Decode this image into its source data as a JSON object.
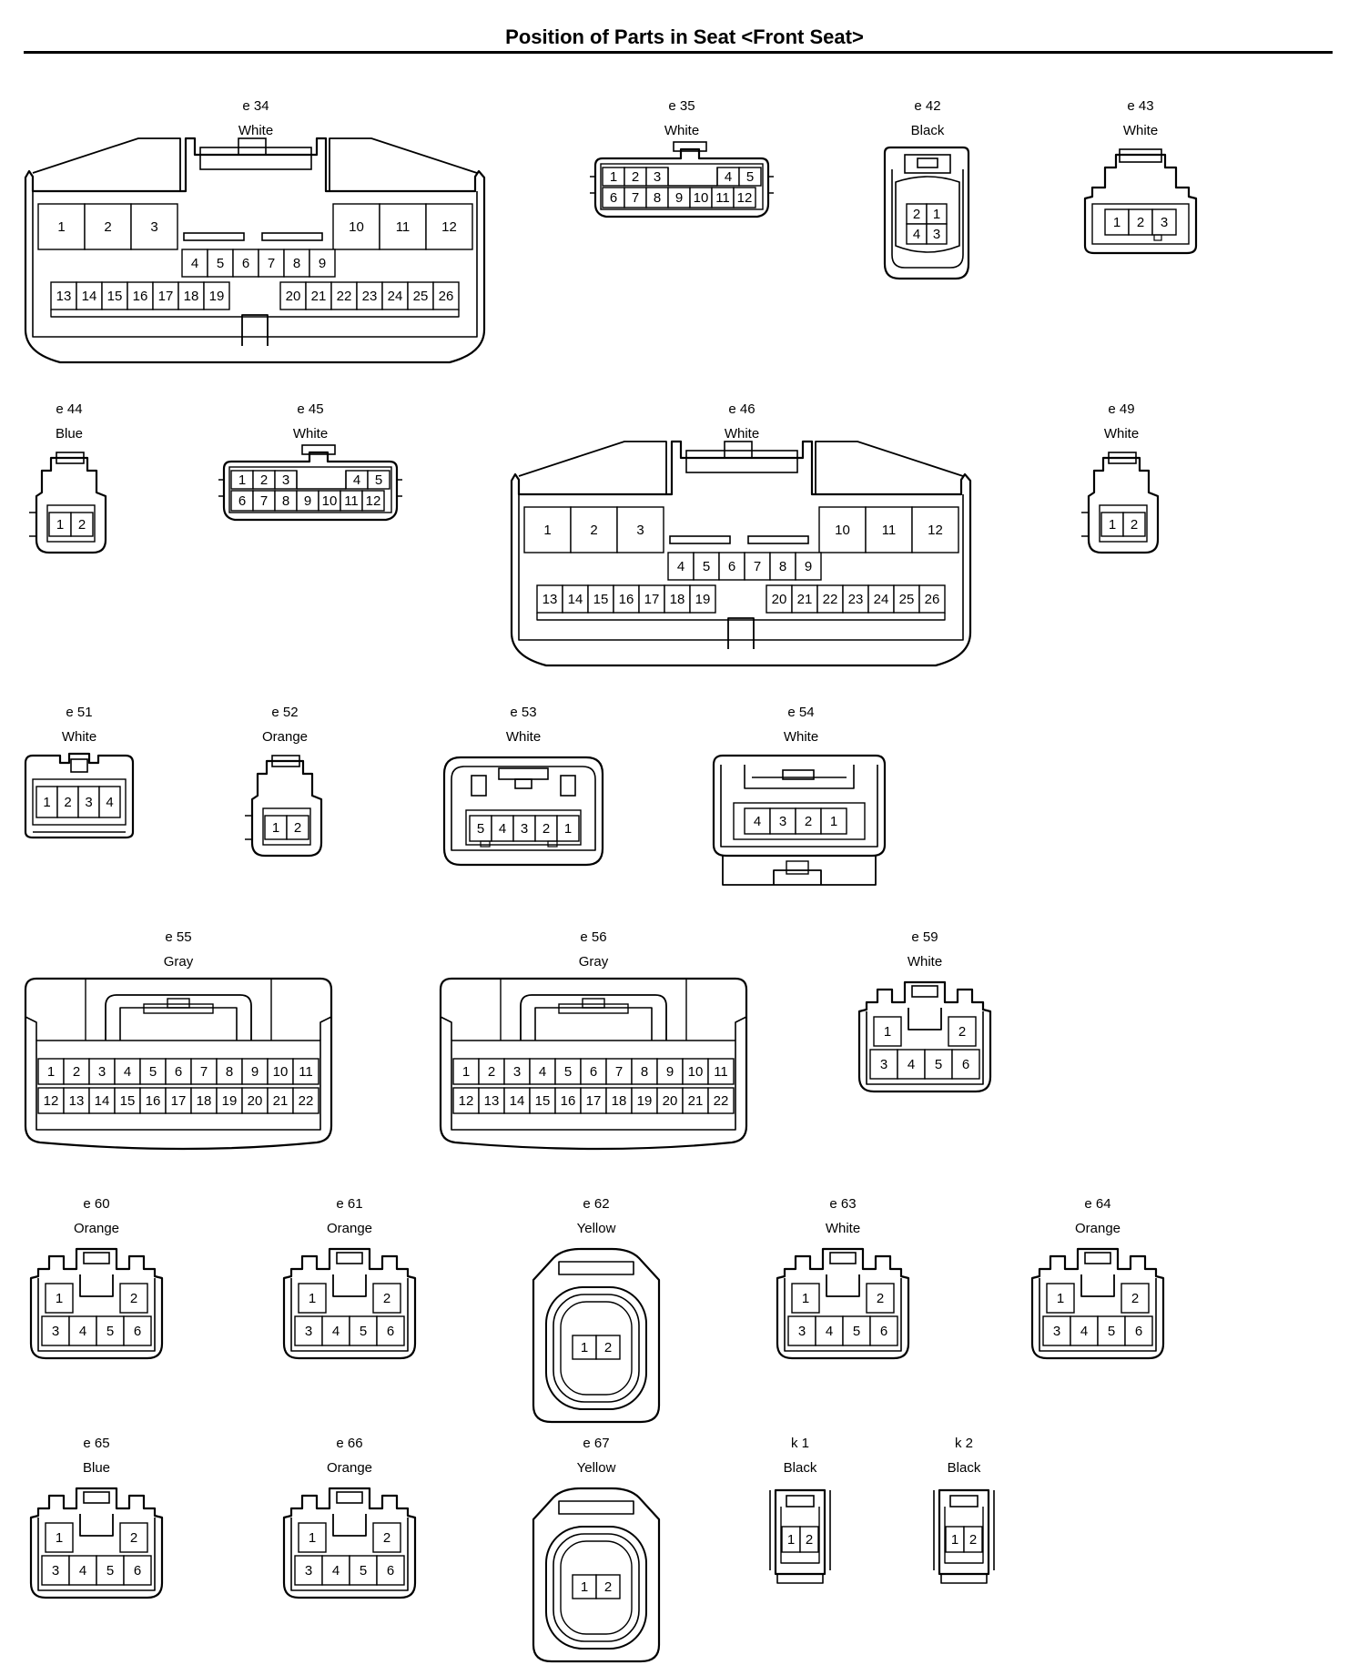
{
  "title": "Position of Parts in Seat <Front Seat>",
  "connectors": [
    {
      "id": "e 34",
      "color": "White",
      "layout": "big26",
      "pins": [
        "1",
        "2",
        "3",
        "4",
        "5",
        "6",
        "7",
        "8",
        "9",
        "10",
        "11",
        "12",
        "13",
        "14",
        "15",
        "16",
        "17",
        "18",
        "19",
        "20",
        "21",
        "22",
        "23",
        "24",
        "25",
        "26"
      ]
    },
    {
      "id": "e 35",
      "color": "White",
      "layout": "12pin",
      "pins": [
        "1",
        "2",
        "3",
        "4",
        "5",
        "6",
        "7",
        "8",
        "9",
        "10",
        "11",
        "12"
      ]
    },
    {
      "id": "e 42",
      "color": "Black",
      "layout": "4sq",
      "pins": [
        "2",
        "1",
        "4",
        "3"
      ]
    },
    {
      "id": "e 43",
      "color": "White",
      "layout": "3pin",
      "pins": [
        "1",
        "2",
        "3"
      ]
    },
    {
      "id": "e 44",
      "color": "Blue",
      "layout": "2pin",
      "pins": [
        "1",
        "2"
      ]
    },
    {
      "id": "e 45",
      "color": "White",
      "layout": "12pin",
      "pins": [
        "1",
        "2",
        "3",
        "4",
        "5",
        "6",
        "7",
        "8",
        "9",
        "10",
        "11",
        "12"
      ]
    },
    {
      "id": "e 46",
      "color": "White",
      "layout": "big26",
      "pins": [
        "1",
        "2",
        "3",
        "4",
        "5",
        "6",
        "7",
        "8",
        "9",
        "10",
        "11",
        "12",
        "13",
        "14",
        "15",
        "16",
        "17",
        "18",
        "19",
        "20",
        "21",
        "22",
        "23",
        "24",
        "25",
        "26"
      ]
    },
    {
      "id": "e 49",
      "color": "White",
      "layout": "2pin",
      "pins": [
        "1",
        "2"
      ]
    },
    {
      "id": "e 51",
      "color": "White",
      "layout": "4row",
      "pins": [
        "1",
        "2",
        "3",
        "4"
      ]
    },
    {
      "id": "e 52",
      "color": "Orange",
      "layout": "2pin",
      "pins": [
        "1",
        "2"
      ]
    },
    {
      "id": "e 53",
      "color": "White",
      "layout": "5row",
      "pins": [
        "5",
        "4",
        "3",
        "2",
        "1"
      ]
    },
    {
      "id": "e 54",
      "color": "White",
      "layout": "4box",
      "pins": [
        "4",
        "3",
        "2",
        "1"
      ]
    },
    {
      "id": "e 55",
      "color": "Gray",
      "layout": "22pin",
      "pins": [
        "1",
        "2",
        "3",
        "4",
        "5",
        "6",
        "7",
        "8",
        "9",
        "10",
        "11",
        "12",
        "13",
        "14",
        "15",
        "16",
        "17",
        "18",
        "19",
        "20",
        "21",
        "22"
      ]
    },
    {
      "id": "e 56",
      "color": "Gray",
      "layout": "22pin",
      "pins": [
        "1",
        "2",
        "3",
        "4",
        "5",
        "6",
        "7",
        "8",
        "9",
        "10",
        "11",
        "12",
        "13",
        "14",
        "15",
        "16",
        "17",
        "18",
        "19",
        "20",
        "21",
        "22"
      ]
    },
    {
      "id": "e 59",
      "color": "White",
      "layout": "6pin",
      "pins": [
        "1",
        "2",
        "3",
        "4",
        "5",
        "6"
      ]
    },
    {
      "id": "e 60",
      "color": "Orange",
      "layout": "6pin",
      "pins": [
        "1",
        "2",
        "3",
        "4",
        "5",
        "6"
      ]
    },
    {
      "id": "e 61",
      "color": "Orange",
      "layout": "6pin",
      "pins": [
        "1",
        "2",
        "3",
        "4",
        "5",
        "6"
      ]
    },
    {
      "id": "e 62",
      "color": "Yellow",
      "layout": "round2",
      "pins": [
        "1",
        "2"
      ]
    },
    {
      "id": "e 63",
      "color": "White",
      "layout": "6pin",
      "pins": [
        "1",
        "2",
        "3",
        "4",
        "5",
        "6"
      ]
    },
    {
      "id": "e 64",
      "color": "Orange",
      "layout": "6pin",
      "pins": [
        "1",
        "2",
        "3",
        "4",
        "5",
        "6"
      ]
    },
    {
      "id": "e 65",
      "color": "Blue",
      "layout": "6pin",
      "pins": [
        "1",
        "2",
        "3",
        "4",
        "5",
        "6"
      ]
    },
    {
      "id": "e 66",
      "color": "Orange",
      "layout": "6pin",
      "pins": [
        "1",
        "2",
        "3",
        "4",
        "5",
        "6"
      ]
    },
    {
      "id": "e 67",
      "color": "Yellow",
      "layout": "round2",
      "pins": [
        "1",
        "2"
      ]
    },
    {
      "id": "k 1",
      "color": "Black",
      "layout": "mini2",
      "pins": [
        "1",
        "2"
      ]
    },
    {
      "id": "k 2",
      "color": "Black",
      "layout": "mini2",
      "pins": [
        "1",
        "2"
      ]
    }
  ]
}
